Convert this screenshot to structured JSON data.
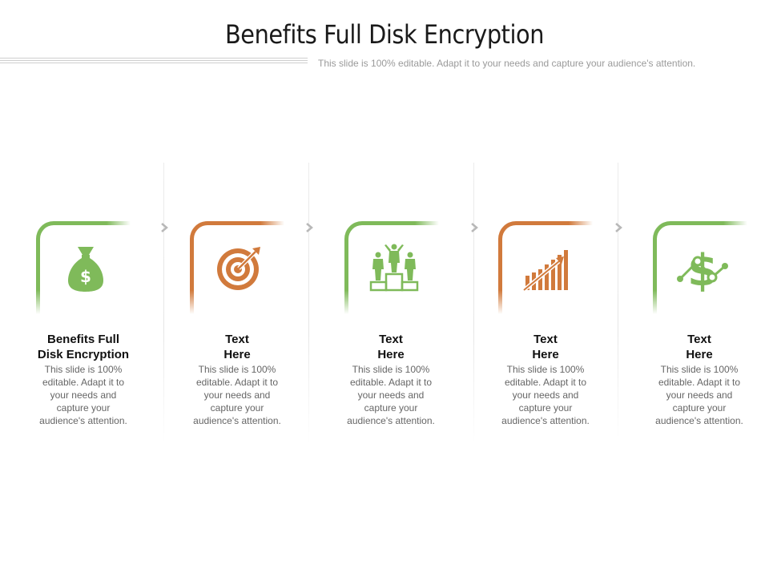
{
  "header": {
    "title": "Benefits Full Disk Encryption",
    "subtitle": "This slide is 100% editable. Adapt it to your needs and capture your audience's attention."
  },
  "colors": {
    "green": "#7fba5a",
    "orange": "#d17a3c",
    "chevron": "#b8b8b8"
  },
  "columns": [
    {
      "heading_line1": "Benefits Full",
      "heading_line2": "Disk Encryption",
      "body": [
        "This slide is 100%",
        "editable. Adapt it to",
        "your needs and",
        "capture your",
        "audience's attention."
      ],
      "icon": "money-bag-icon",
      "accent": "green"
    },
    {
      "heading_line1": "Text",
      "heading_line2": "Here",
      "body": [
        "This slide is 100%",
        "editable. Adapt it to",
        "your needs and",
        "capture your",
        "audience's attention."
      ],
      "icon": "target-icon",
      "accent": "orange"
    },
    {
      "heading_line1": "Text",
      "heading_line2": "Here",
      "body": [
        "This slide is 100%",
        "editable. Adapt it to",
        "your needs and",
        "capture your",
        "audience's attention."
      ],
      "icon": "podium-people-icon",
      "accent": "green"
    },
    {
      "heading_line1": "Text",
      "heading_line2": "Here",
      "body": [
        "This slide is 100%",
        "editable. Adapt it to",
        "your needs and",
        "capture your",
        "audience's attention."
      ],
      "icon": "growth-chart-icon",
      "accent": "orange"
    },
    {
      "heading_line1": "Text",
      "heading_line2": "Here",
      "body": [
        "This slide is 100%",
        "editable. Adapt it to",
        "your needs and",
        "capture your",
        "audience's attention."
      ],
      "icon": "dollar-network-icon",
      "accent": "green"
    }
  ]
}
